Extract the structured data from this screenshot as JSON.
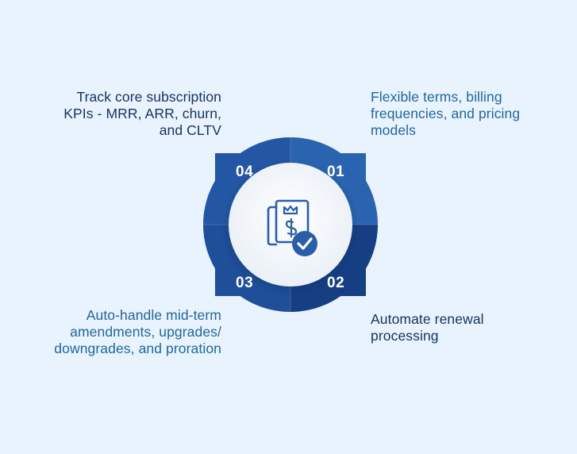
{
  "colors": {
    "background": "#e8f3fd",
    "quadrant_top_left": "#2457a3",
    "quadrant_top_right": "#2a64b0",
    "quadrant_bottom_left": "#1e4f98",
    "quadrant_bottom_right": "#163f83",
    "icon_color": "#2a5ea8",
    "text_dark": "#16325c",
    "text_teal": "#21679a"
  },
  "steps": [
    {
      "number": "01",
      "text": "Flexible terms, billing\nfrequencies, and pricing\nmodels"
    },
    {
      "number": "02",
      "text": "Automate renewal\nprocessing"
    },
    {
      "number": "03",
      "text": "Auto-handle mid-term\namendments, upgrades/\ndowngrades, and proration"
    },
    {
      "number": "04",
      "text": "Track core subscription\nKPIs - MRR, ARR, churn,\nand CLTV"
    }
  ],
  "center": {
    "icon": "subscription-invoice-check-icon"
  }
}
